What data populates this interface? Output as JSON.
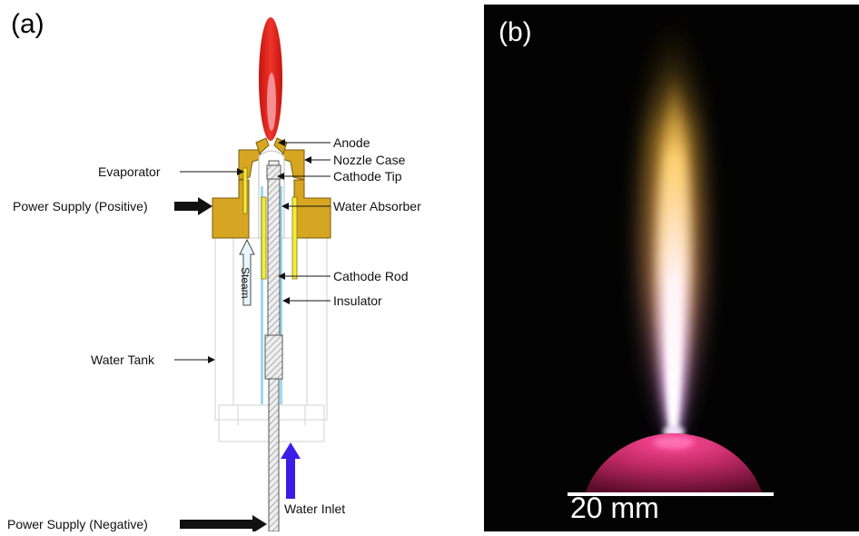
{
  "panel_a": {
    "letter": "(a)",
    "labels": {
      "anode": "Anode",
      "nozzle_case": "Nozzle Case",
      "cathode_tip": "Cathode Tip",
      "evaporator": "Evaporator",
      "water_absorber": "Water Absorber",
      "power_positive": "Power Supply (Positive)",
      "steam": "Steam",
      "cathode_rod": "Cathode Rod",
      "insulator": "Insulator",
      "water_tank": "Water Tank",
      "water_inlet": "Water Inlet",
      "power_negative": "Power Supply (Negative)"
    }
  },
  "panel_b": {
    "letter": "(b)",
    "scale_bar_label": "20 mm"
  },
  "colors": {
    "flame_red": "#e8241c",
    "brass": "#d6a521",
    "insulator_blue": "#9ed8ec",
    "absorber_yellow": "#f2ec3c",
    "water_arrow": "#3a1de6",
    "plasma_white": "#fff6ff",
    "plasma_violet": "#c87cff",
    "cathode_glow": "#d2306a"
  }
}
